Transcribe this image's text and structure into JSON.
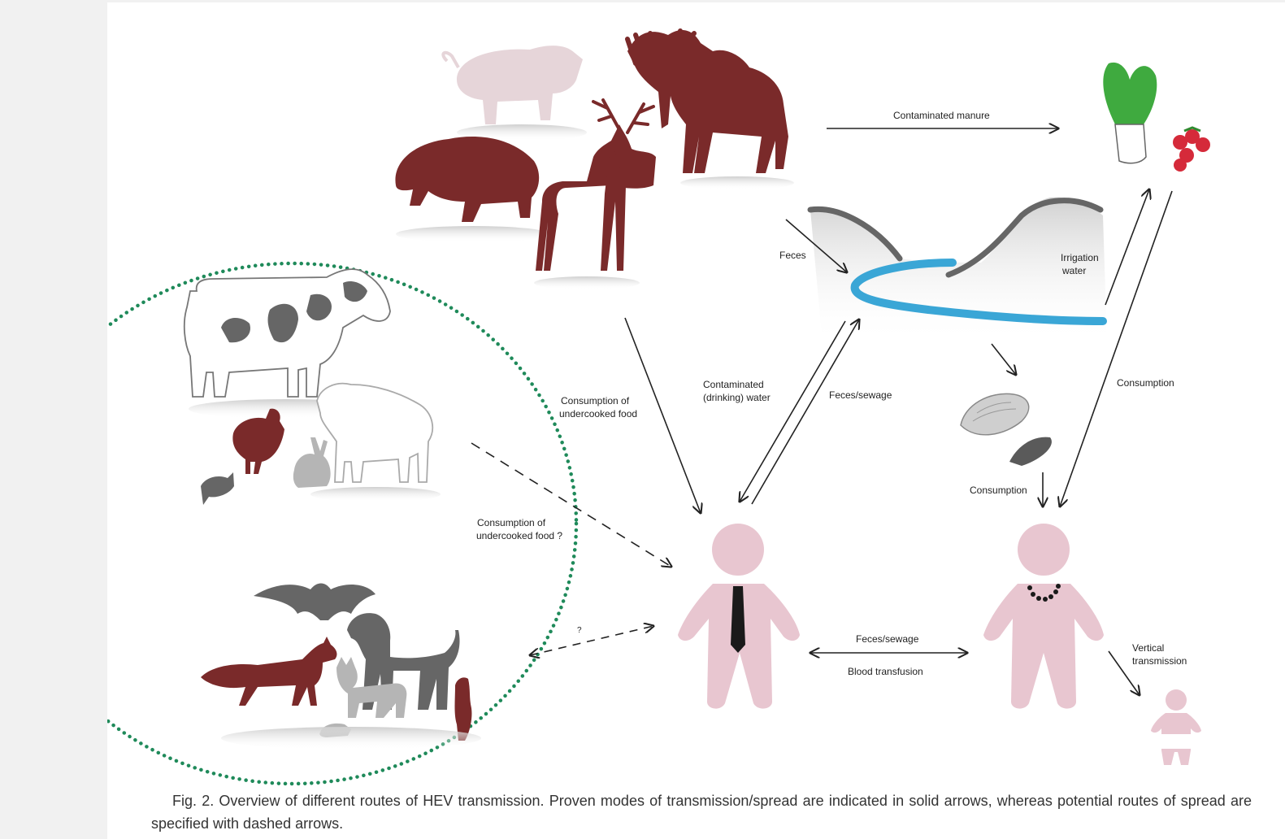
{
  "labels": {
    "contaminated_manure": "Contaminated manure",
    "feces": "Feces",
    "irrigation_water_1": "Irrigation",
    "irrigation_water_2": "water",
    "consumption_undercooked_1": "Consumption of",
    "consumption_undercooked_2": "undercooked food",
    "contaminated_water_1": "Contaminated",
    "contaminated_water_2": "(drinking) water",
    "feces_sewage_upper": "Feces/sewage",
    "consumption_right": "Consumption",
    "consumption_shellfish": "Consumption",
    "consumption_q_1": "Consumption of",
    "consumption_q_2": "undercooked food ?",
    "question_mark": "?",
    "feces_sewage_lower": "Feces/sewage",
    "blood_transfusion": "Blood transfusion",
    "vertical_1": "Vertical",
    "vertical_2": "transmission"
  },
  "caption": "Fig. 2. Overview of different routes of HEV transmission. Proven modes of transmission/spread are indicated in solid arrows, whereas potential routes of spread are specified with dashed arrows.",
  "colors": {
    "wild_animal": "#7a2a2a",
    "pig": "#e6d5d9",
    "human": "#e8c6d0",
    "gray_animal": "#666666",
    "light_gray_animal": "#b5b5b5",
    "water": "#3aa6d6",
    "dotted_circle": "#1f8a5a"
  }
}
